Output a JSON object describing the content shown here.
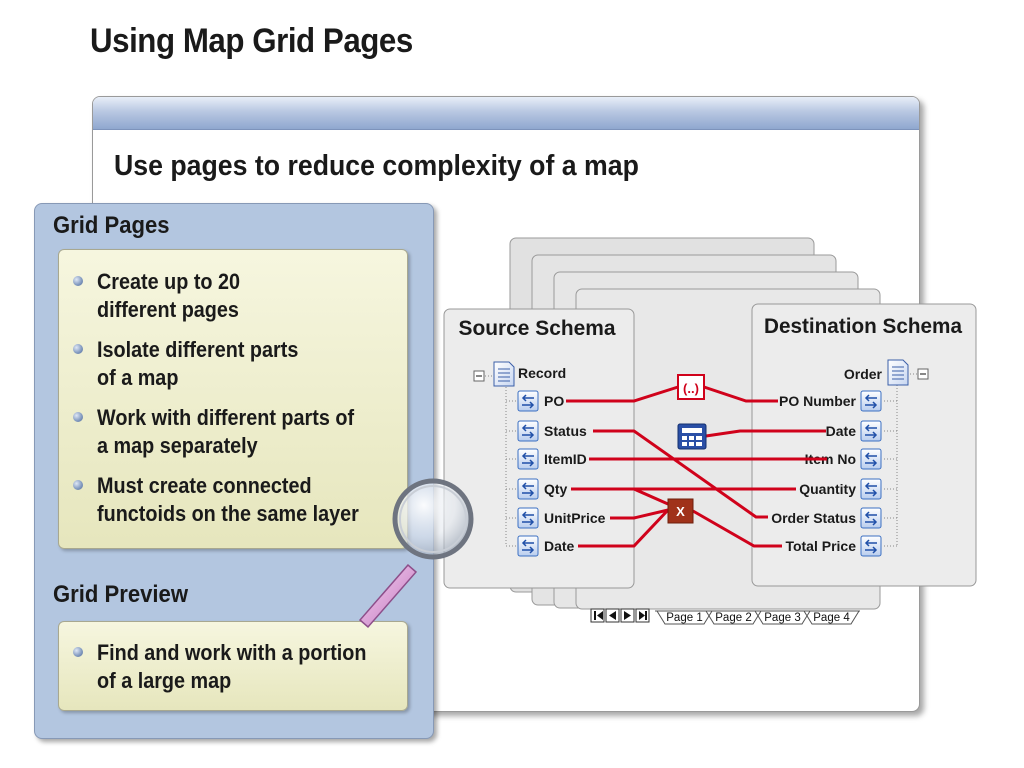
{
  "slide": {
    "title": "Using Map Grid Pages",
    "subtitle": "Use pages to reduce complexity of a map"
  },
  "grid_pages": {
    "heading": "Grid Pages",
    "bullets": [
      "Create up to 20\ndifferent pages",
      "Isolate different parts\nof a map",
      "Work with different parts of\na map separately",
      "Must create connected\nfunctoids on the same layer"
    ]
  },
  "grid_preview": {
    "heading": "Grid Preview",
    "bullets": [
      "Find and work with a portion\nof a large map"
    ]
  },
  "diagram": {
    "source_schema": {
      "title": "Source Schema",
      "root": "Record",
      "fields": [
        "PO",
        "Status",
        "ItemID",
        "Qty",
        "UnitPrice",
        "Date"
      ]
    },
    "destination_schema": {
      "title": "Destination Schema",
      "root": "Order",
      "fields": [
        "PO Number",
        "Date",
        "Item No",
        "Quantity",
        "Order Status",
        "Total Price"
      ]
    },
    "functoids": {
      "string_concat": "(..)",
      "multiply": "X"
    },
    "page_tabs": [
      "Page 1",
      "Page 2",
      "Page 3",
      "Page 4"
    ],
    "colors": {
      "link": "#d0021b",
      "multiply_functoid": "#a0321a",
      "calc_functoid": "#2a4fa6",
      "tab_selected": "#ffffff"
    },
    "icons": [
      "document-icon",
      "field-arrow-icon",
      "collapse-icon",
      "calculator-icon",
      "magnifier-icon",
      "first-page-icon",
      "prev-page-icon",
      "next-page-icon",
      "last-page-icon"
    ]
  }
}
